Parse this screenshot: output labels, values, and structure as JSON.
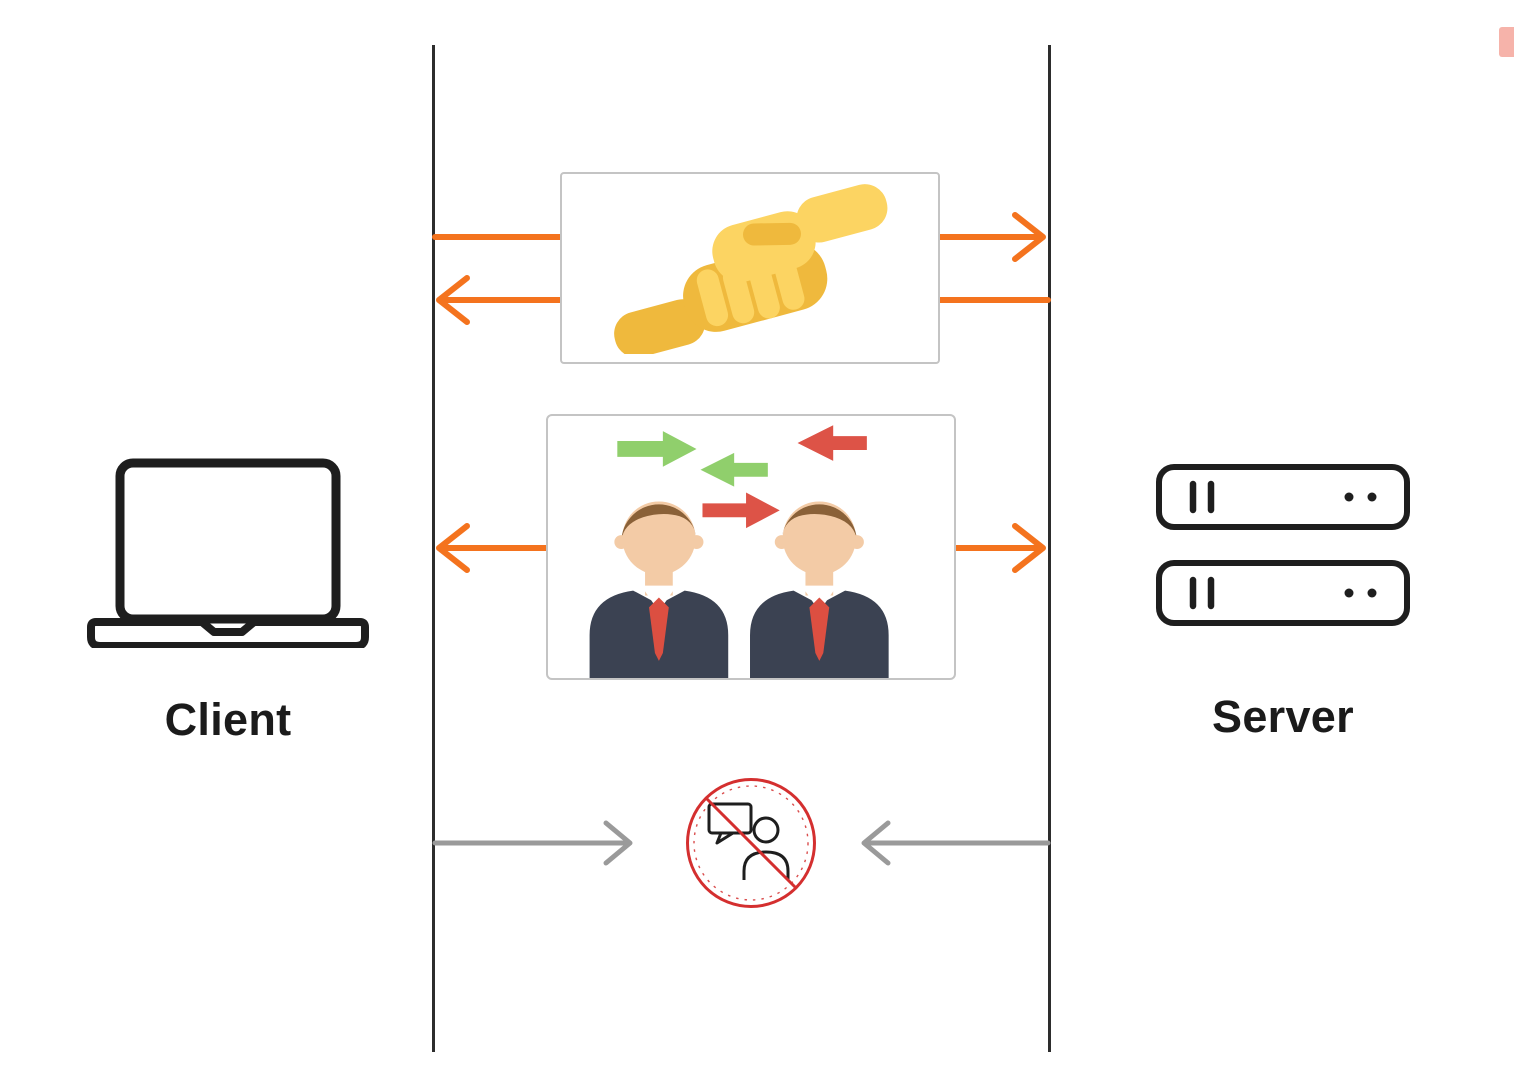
{
  "diagram": {
    "type": "sequence",
    "nodes": [
      {
        "id": "client",
        "label": "Client",
        "icon": "laptop-icon"
      },
      {
        "id": "server",
        "label": "Server",
        "icon": "server-rack-icon"
      }
    ],
    "steps": [
      {
        "name": "handshake",
        "icon": "handshake-icon",
        "arrows": [
          "client-to-server",
          "server-to-client"
        ],
        "arrow_color": "orange"
      },
      {
        "name": "bidirectional-data-exchange",
        "icon": "people-data-exchange-icon",
        "arrows": [
          "both-directions"
        ],
        "arrow_color": "orange"
      },
      {
        "name": "no-communication",
        "icon": "no-communication-icon",
        "arrows": [
          "client-inward",
          "server-inward"
        ],
        "arrow_color": "gray"
      }
    ]
  },
  "colors": {
    "lifeline": "#2d2d2d",
    "orange": "#f4731e",
    "gray-arrow": "#9a9a9a",
    "box-border": "#c4c4c4",
    "icon-stroke": "#1e1e1e",
    "label-text": "#1b1b1b",
    "prohibit-red": "#d42f2f",
    "green": "#90cf6c",
    "red": "#dd5347",
    "hand-light": "#fcd462",
    "hand-dark": "#efb93d",
    "skin": "#f3cba6",
    "hair": "#8a6138",
    "suit": "#3b4252",
    "tie": "#dc4f41",
    "artifact-pink": "#f6b3aa"
  }
}
